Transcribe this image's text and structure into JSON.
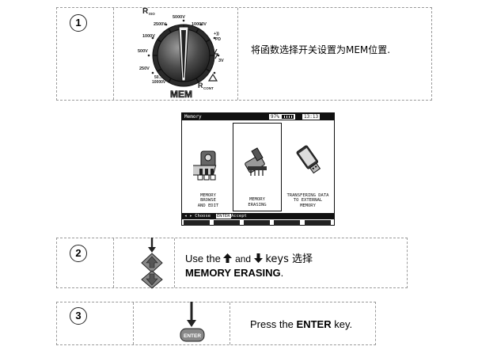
{
  "steps": [
    {
      "number": "1",
      "instruction": "将函数选择开关设置为MEM位置."
    },
    {
      "number": "2",
      "instruction_prefix": "Use the",
      "instruction_and": "and",
      "instruction_suffix": "keys 选择",
      "instruction_bold": "MEMORY ERASING",
      "instruction_end": "."
    },
    {
      "number": "3",
      "instruction_prefix": "Press the",
      "instruction_bold": "ENTER",
      "instruction_suffix": "key."
    }
  ],
  "dial": {
    "labels": {
      "r_iso": "R",
      "r_iso_sub": "ISO",
      "v5000": "5000V",
      "v2500": "2500V",
      "v10000_top": "10000V",
      "v1000": "1000V",
      "v500": "500V",
      "v250": "250V",
      "v50": "50...",
      "v10000_bottom": "10000V",
      "cont": "+))",
      "v3": "3V",
      "cont_sub": "PD",
      "r_cont": "R",
      "r_cont_sub": "CONT",
      "mem": "MEM"
    }
  },
  "screen": {
    "title": "Memory",
    "battery": "97%",
    "time": "13:13",
    "options": [
      {
        "label_line1": "MEMORY",
        "label_line2": "BROWSE",
        "label_line3": "AND EDIT"
      },
      {
        "label_line1": "MEMORY",
        "label_line2": "ERASING",
        "label_line3": ""
      },
      {
        "label_line1": "TRANSFERING DATA",
        "label_line2": "TO EXTERNAL",
        "label_line3": "MEMORY"
      }
    ],
    "status_choose": "◂ ▸ Choose",
    "status_enter_key": "ENTER",
    "status_accept": "Accept"
  },
  "enter_button": {
    "label": "ENTER"
  }
}
